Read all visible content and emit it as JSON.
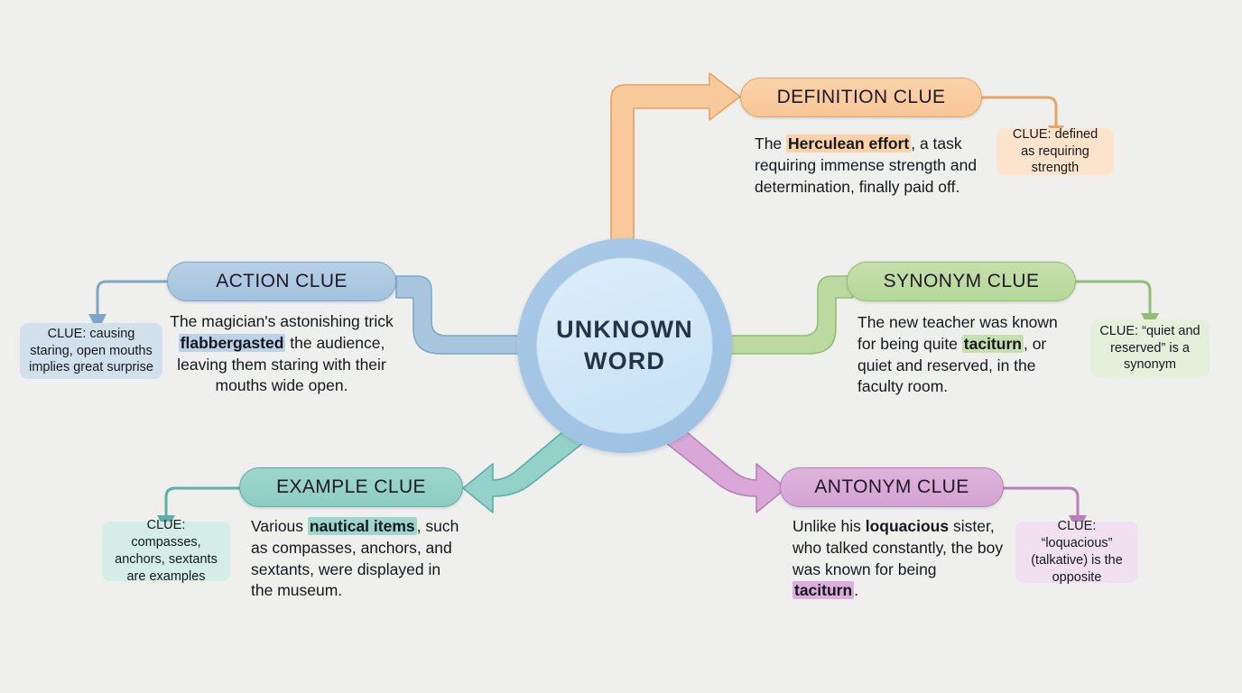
{
  "diagram": {
    "center": {
      "label": "UNKNOWN WORD",
      "line1": "UNKNOWN",
      "line2": "WORD"
    },
    "background_color": "#efefee",
    "branches": [
      {
        "id": "definition",
        "title": "DEFINITION CLUE",
        "accent": "#f7c698",
        "border": "#e8a464",
        "sentence_parts": [
          {
            "text": "The ",
            "style": "plain"
          },
          {
            "text": "Herculean effort",
            "style": "bold-highlight"
          },
          {
            "text": ", a task requiring immense strength and determination, finally paid off.",
            "style": "plain"
          }
        ],
        "clue": "CLUE: defined as requiring strength",
        "clue_bg": "#fbe3cc"
      },
      {
        "id": "action",
        "title": "ACTION CLUE",
        "accent": "#a3c3de",
        "border": "#7ea6c8",
        "sentence_parts": [
          {
            "text": "The magician's astonishing trick ",
            "style": "plain"
          },
          {
            "text": "flabbergasted",
            "style": "bold-highlight"
          },
          {
            "text": " the audience, leaving them staring with their mouths wide open.",
            "style": "plain"
          }
        ],
        "clue": "CLUE: causing staring, open mouths implies great surprise",
        "clue_bg": "#d2e0ec"
      },
      {
        "id": "synonym",
        "title": "SYNONYM CLUE",
        "accent": "#b6d798",
        "border": "#93bd74",
        "sentence_parts": [
          {
            "text": "The new teacher was known for being quite ",
            "style": "plain"
          },
          {
            "text": "taciturn",
            "style": "bold-highlight"
          },
          {
            "text": ", or quiet and reserved, in the faculty room.",
            "style": "plain"
          }
        ],
        "clue": "CLUE: “quiet and reserved” is a synonym",
        "clue_bg": "#e4f0dc"
      },
      {
        "id": "example",
        "title": "EXAMPLE CLUE",
        "accent": "#8ccdc3",
        "border": "#5fada3",
        "sentence_parts": [
          {
            "text": "Various ",
            "style": "plain"
          },
          {
            "text": "nautical items",
            "style": "bold-highlight"
          },
          {
            "text": ", such as compasses, anchors, and sextants, were displayed in the museum.",
            "style": "plain"
          }
        ],
        "clue": "CLUE: compasses, anchors, sextants are examples",
        "clue_bg": "#d4ede7"
      },
      {
        "id": "antonym",
        "title": "ANTONYM CLUE",
        "accent": "#d4a3d3",
        "border": "#b97fb8",
        "sentence_parts": [
          {
            "text": "Unlike his ",
            "style": "plain"
          },
          {
            "text": "loquacious",
            "style": "bold"
          },
          {
            "text": " sister, who talked constantly, the boy was known for being ",
            "style": "plain"
          },
          {
            "text": "taciturn",
            "style": "bold-highlight"
          },
          {
            "text": ".",
            "style": "plain"
          }
        ],
        "clue": "CLUE: “loquacious” (talkative) is the opposite",
        "clue_bg": "#f0e0f0"
      }
    ],
    "sentences": {
      "definition_a": "The ",
      "definition_hl": "Herculean effort",
      "definition_b": ", a task requiring immense strength and determination, finally paid off.",
      "action_a": "The magician's astonishing trick ",
      "action_hl": "flabbergasted",
      "action_b": " the audience, leaving them staring with their mouths wide open.",
      "synonym_a": "The new teacher was known for being quite ",
      "synonym_hl": "taciturn",
      "synonym_b": ", or quiet and reserved, in the faculty room.",
      "example_a": "Various ",
      "example_hl": "nautical items",
      "example_b": ", such as compasses, anchors, and sextants, were displayed in the museum.",
      "antonym_a": "Unlike his ",
      "antonym_bold": "loquacious",
      "antonym_b": " sister, who talked constantly, the boy was known for being ",
      "antonym_hl": "taciturn",
      "antonym_c": "."
    },
    "clues": {
      "definition": "CLUE: defined as requiring strength",
      "action": "CLUE: causing staring, open mouths implies great surprise",
      "synonym": "CLUE: “quiet and reserved” is a synonym",
      "example": "CLUE: compasses, anchors, sextants are examples",
      "antonym": "CLUE: “loquacious” (talkative) is the opposite"
    },
    "titles": {
      "definition": "DEFINITION CLUE",
      "action": "ACTION CLUE",
      "synonym": "SYNONYM CLUE",
      "example": "EXAMPLE CLUE",
      "antonym": "ANTONYM CLUE"
    }
  }
}
